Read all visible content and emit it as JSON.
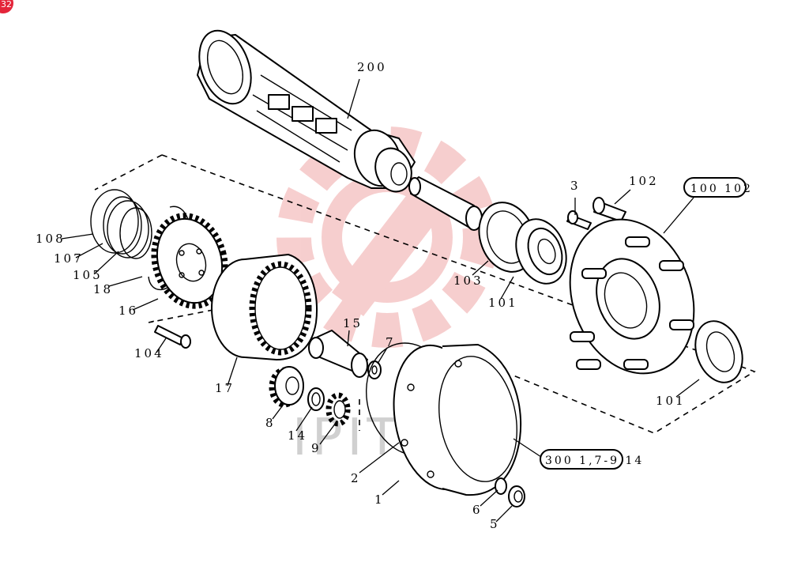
{
  "corner_badge": "32",
  "watermark": {
    "text": "IPITEX",
    "color": "#f2b9b9"
  },
  "labels": {
    "p200": "200",
    "p3": "3",
    "p102": "102",
    "p100_102": "100 102",
    "p108": "108",
    "p107": "107",
    "p105": "105",
    "p18": "18",
    "p16": "16",
    "p104": "104",
    "p103": "103",
    "p101a": "101",
    "p101b": "101",
    "p15": "15",
    "p7": "7",
    "p17": "17",
    "p8": "8",
    "p14": "14",
    "p9": "9",
    "p2": "2",
    "p1": "1",
    "p6": "6",
    "p5": "5",
    "p300": "300 1,7-9,14"
  }
}
